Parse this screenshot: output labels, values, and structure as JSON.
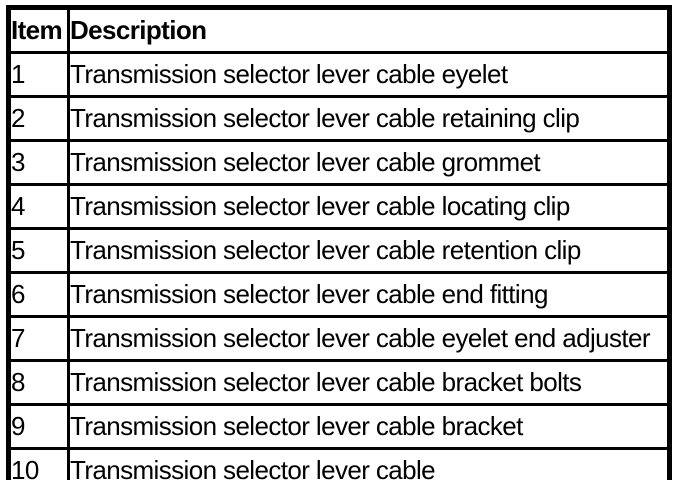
{
  "document": {
    "kind": "scanned-parts-table",
    "colors": {
      "background": "#ffffff",
      "border": "#000000",
      "text": "#000000"
    }
  },
  "table": {
    "headers": {
      "item": "Item",
      "description": "Description"
    },
    "rows": [
      {
        "item": "1",
        "description": "Transmission selector lever cable eyelet"
      },
      {
        "item": "2",
        "description": "Transmission selector lever cable retaining clip"
      },
      {
        "item": "3",
        "description": "Transmission selector lever cable grommet"
      },
      {
        "item": "4",
        "description": "Transmission selector lever cable locating clip"
      },
      {
        "item": "5",
        "description": "Transmission selector lever cable retention clip"
      },
      {
        "item": "6",
        "description": "Transmission selector lever cable end fitting"
      },
      {
        "item": "7",
        "description": "Transmission selector lever cable eyelet end adjuster"
      },
      {
        "item": "8",
        "description": "Transmission selector lever cable bracket bolts"
      },
      {
        "item": "9",
        "description": "Transmission selector lever cable bracket"
      },
      {
        "item": "10",
        "description": "Transmission selector lever cable"
      }
    ]
  }
}
